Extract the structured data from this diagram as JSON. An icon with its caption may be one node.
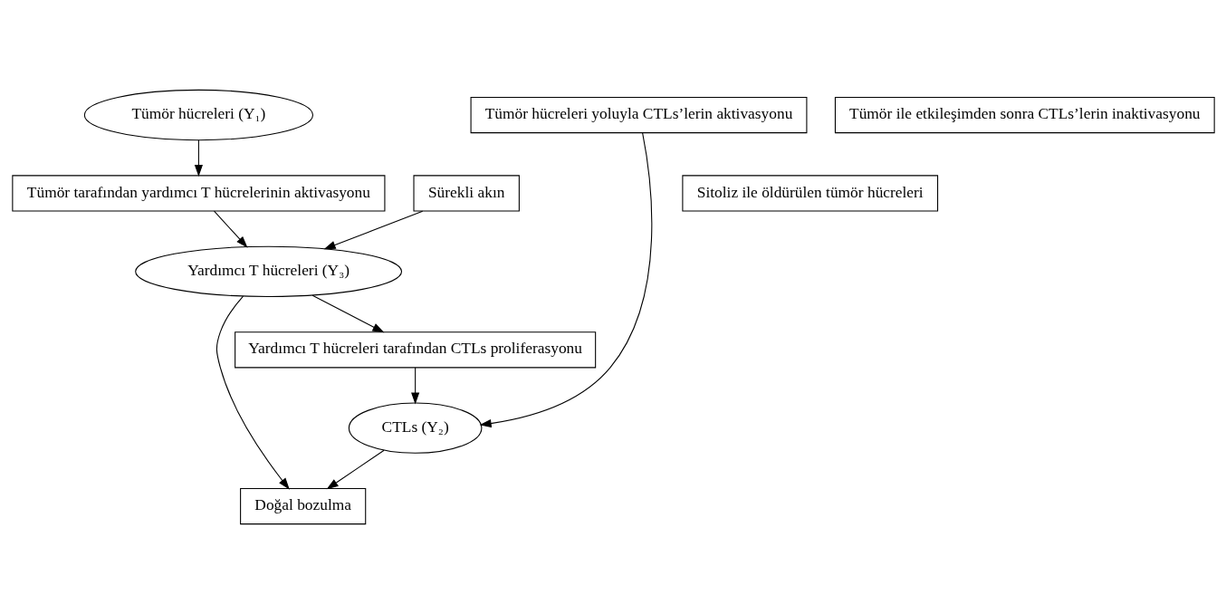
{
  "diagram": {
    "nodes": [
      {
        "text": [
          "Tümör hücreleri (Y₁)"
        ]
      },
      {
        "text": [
          "Tümör ile etkileşimden sonra CTLs’lerin inaktivasyonu"
        ]
      },
      {
        "text": [
          "Tümör hücreleri yoluyla CTLs’lerin aktivasyonu"
        ]
      },
      {
        "text": [
          "CTLs (Y₂)"
        ]
      },
      {
        "text": [
          "Sitoliz ile öldürülen tümör hücreleri"
        ]
      },
      {
        "text": [
          "Tümör tarafından yardımcı T hücrelerinin aktivasyonu"
        ]
      },
      {
        "text": [
          "Yardımcı T hücreleri tarafından CTLs proliferasyonu"
        ]
      },
      {
        "text": [
          "Sürekli akın"
        ]
      },
      {
        "text": [
          "Yardımcı T hücreleri (Y₃)"
        ]
      },
      {
        "text": [
          "Doğal bozulma"
        ]
      }
    ],
    "edges": [
      {
        "from": 0,
        "to": 5,
        "arrow": "to"
      },
      {
        "from": 5,
        "to": 8,
        "arrow": "to"
      },
      {
        "from": 7,
        "to": 8,
        "arrow": "to"
      },
      {
        "from": 8,
        "to": 9,
        "arrow": "to"
      },
      {
        "from": 8,
        "to": 6,
        "arrow": "to"
      },
      {
        "from": 6,
        "to": 3,
        "arrow": "to"
      },
      {
        "from": 2,
        "to": 3,
        "arrow": "to"
      },
      {
        "from": 3,
        "to": 9,
        "arrow": "to"
      }
    ]
  }
}
